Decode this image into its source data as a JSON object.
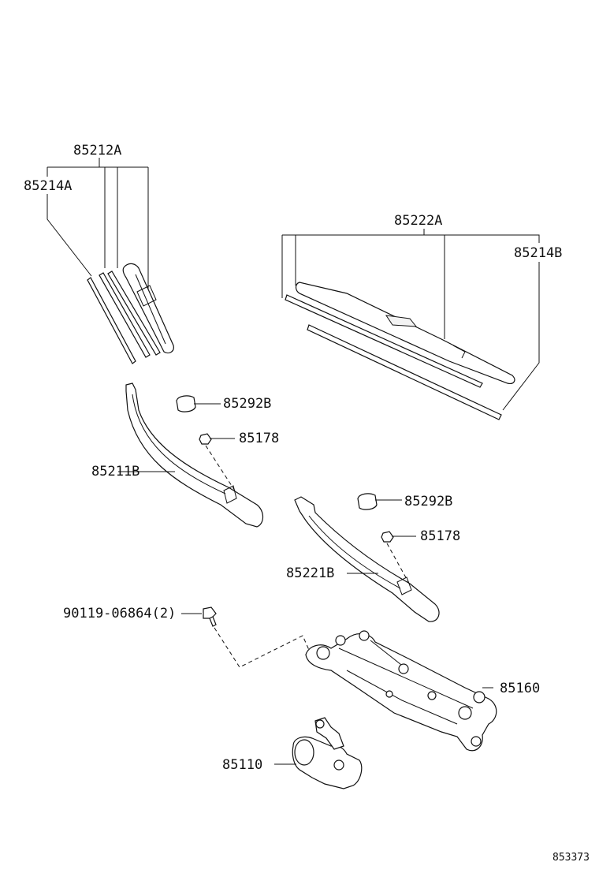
{
  "labels": {
    "front_blade_assy": "85212A",
    "front_blade_rubber": "85214A",
    "rear_blade_assy": "85222A",
    "rear_blade_rubber": "85214B",
    "cap_upper": "85292B",
    "nut_upper": "85178",
    "front_arm": "85211B",
    "cap_lower": "85292B",
    "nut_lower": "85178",
    "rear_arm": "85221B",
    "bolt": "90119-06864(2)",
    "link_assy": "85160",
    "motor": "85110"
  },
  "figure_code": "853373"
}
